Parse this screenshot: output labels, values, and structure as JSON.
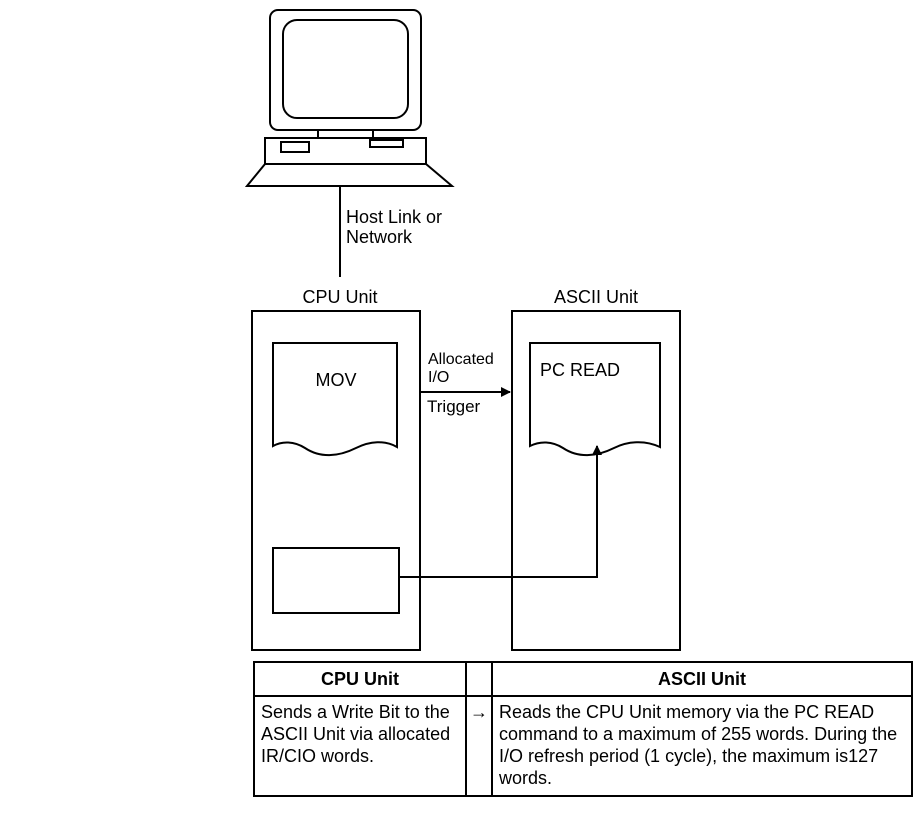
{
  "diagram": {
    "link_label_line1": "Host Link or",
    "link_label_line2": "Network",
    "cpu_unit_label": "CPU Unit",
    "ascii_unit_label": "ASCII Unit",
    "mov_label": "MOV",
    "pc_read_label": "PC READ",
    "allocated_label_line1": "Allocated",
    "allocated_label_line2": "I/O",
    "trigger_label": "Trigger"
  },
  "table": {
    "headers": [
      "CPU Unit",
      "",
      "ASCII Unit"
    ],
    "row": {
      "cpu": "Sends a Write Bit to the ASCII Unit via allocated IR/CIO words.",
      "arrow": "→",
      "ascii": "Reads the CPU Unit memory via the PC READ command to a maximum of 255 words. During the I/O refresh period (1 cycle), the maximum is127 words."
    }
  }
}
